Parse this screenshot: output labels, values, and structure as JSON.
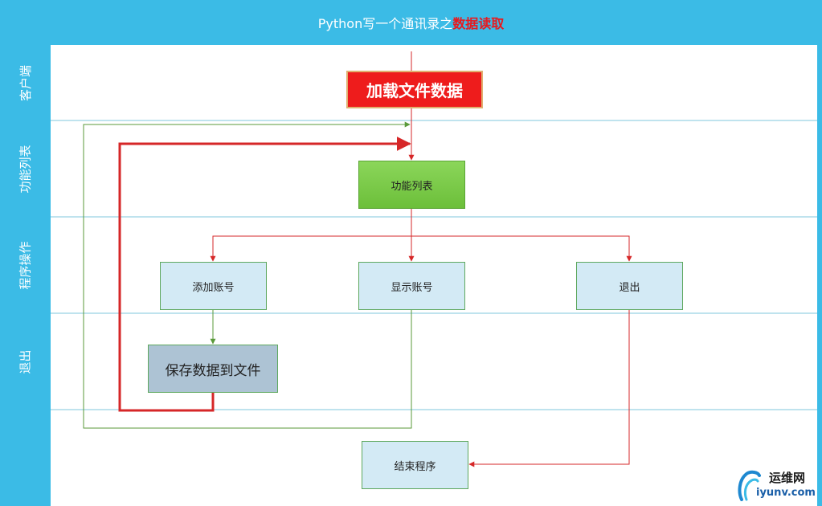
{
  "header": {
    "title_main": "Python写一个通讯录之",
    "title_accent": "数据读取"
  },
  "lanes": [
    {
      "label": "客户端"
    },
    {
      "label": "功能列表"
    },
    {
      "label": "程序操作"
    },
    {
      "label": "退出"
    }
  ],
  "nodes": {
    "load": "加载文件数据",
    "menu": "功能列表",
    "add": "添加账号",
    "show": "显示账号",
    "quit": "退出",
    "save": "保存数据到文件",
    "end": "结束程序"
  },
  "colors": {
    "lane_blue": "#3bbbe6",
    "arrow_red": "#d62728",
    "loop_green": "#5a9a3a",
    "accent_red": "#e8191e"
  },
  "watermark": {
    "cn": "运维网",
    "en": "iyunv.com"
  }
}
